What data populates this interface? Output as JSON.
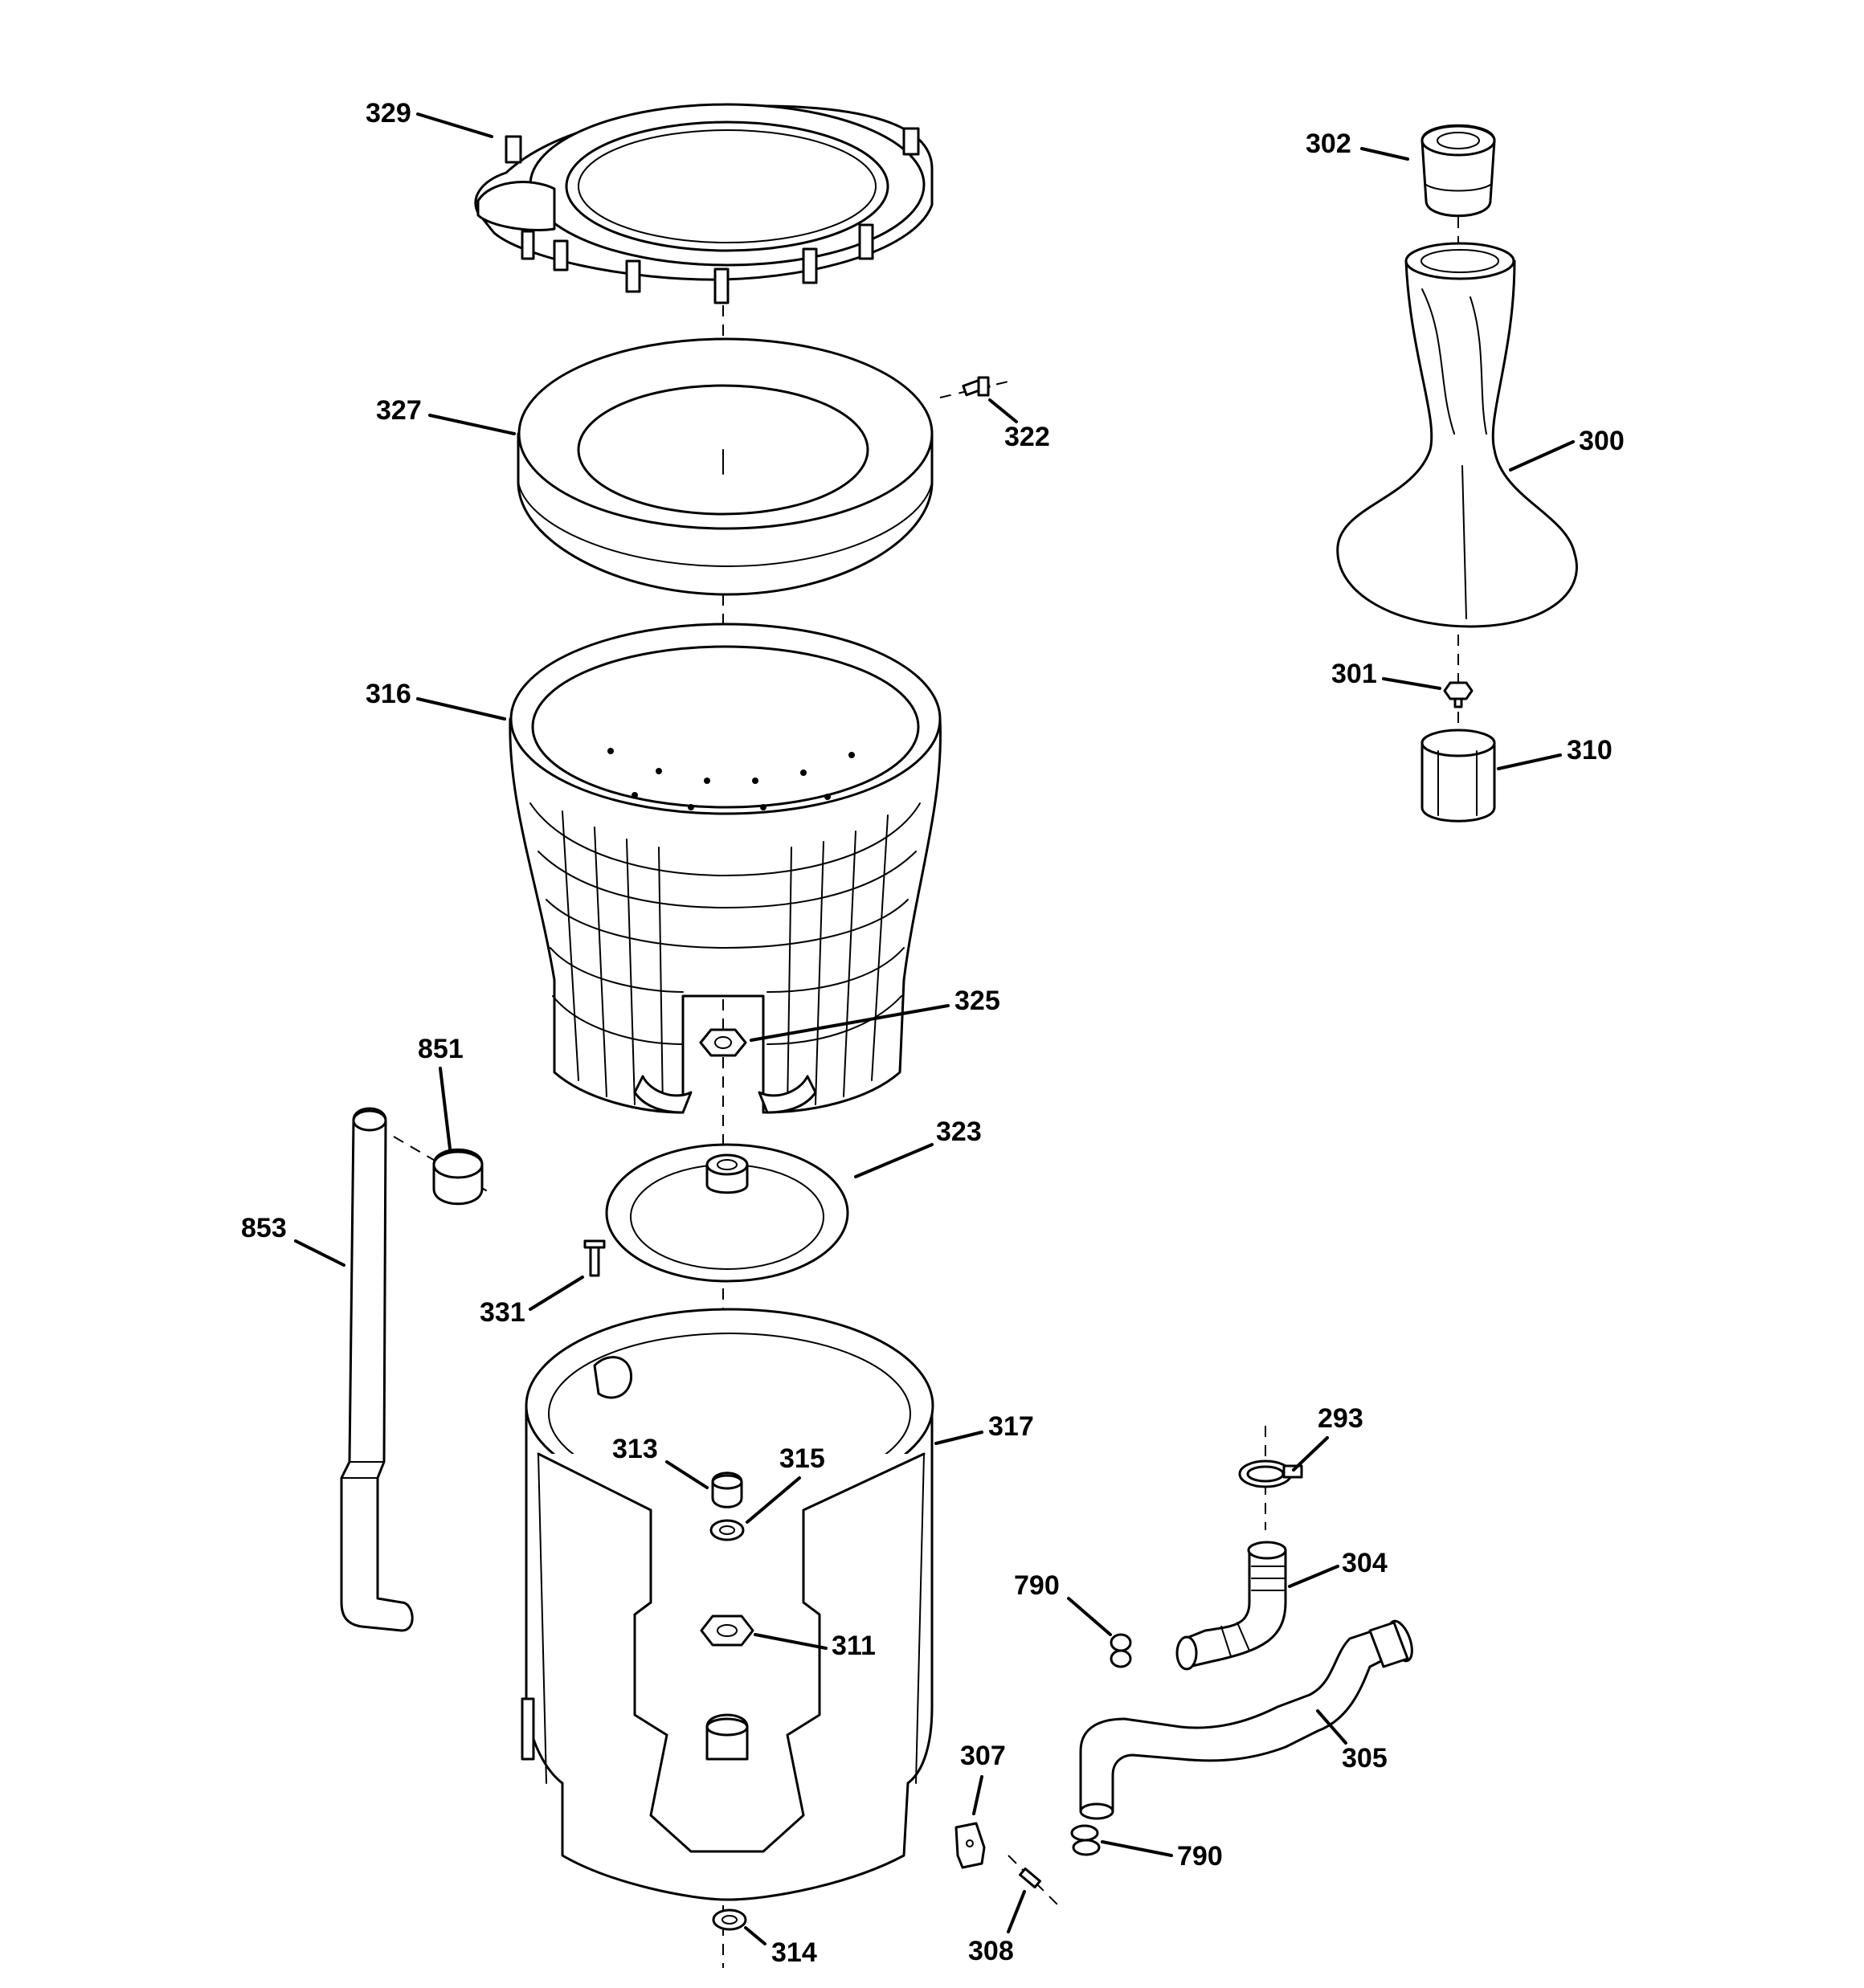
{
  "diagram": {
    "callouts": [
      {
        "key": "p329",
        "text": "329"
      },
      {
        "key": "p327",
        "text": "327"
      },
      {
        "key": "p322",
        "text": "322"
      },
      {
        "key": "p316",
        "text": "316"
      },
      {
        "key": "p325",
        "text": "325"
      },
      {
        "key": "p851",
        "text": "851"
      },
      {
        "key": "p323",
        "text": "323"
      },
      {
        "key": "p853",
        "text": "853"
      },
      {
        "key": "p331",
        "text": "331"
      },
      {
        "key": "p317",
        "text": "317"
      },
      {
        "key": "p313",
        "text": "313"
      },
      {
        "key": "p315",
        "text": "315"
      },
      {
        "key": "p311",
        "text": "311"
      },
      {
        "key": "p314",
        "text": "314"
      },
      {
        "key": "p302",
        "text": "302"
      },
      {
        "key": "p300",
        "text": "300"
      },
      {
        "key": "p301",
        "text": "301"
      },
      {
        "key": "p310",
        "text": "310"
      },
      {
        "key": "p293",
        "text": "293"
      },
      {
        "key": "p304",
        "text": "304"
      },
      {
        "key": "p790a",
        "text": "790"
      },
      {
        "key": "p305",
        "text": "305"
      },
      {
        "key": "p307",
        "text": "307"
      },
      {
        "key": "p790b",
        "text": "790"
      },
      {
        "key": "p308",
        "text": "308"
      }
    ]
  }
}
